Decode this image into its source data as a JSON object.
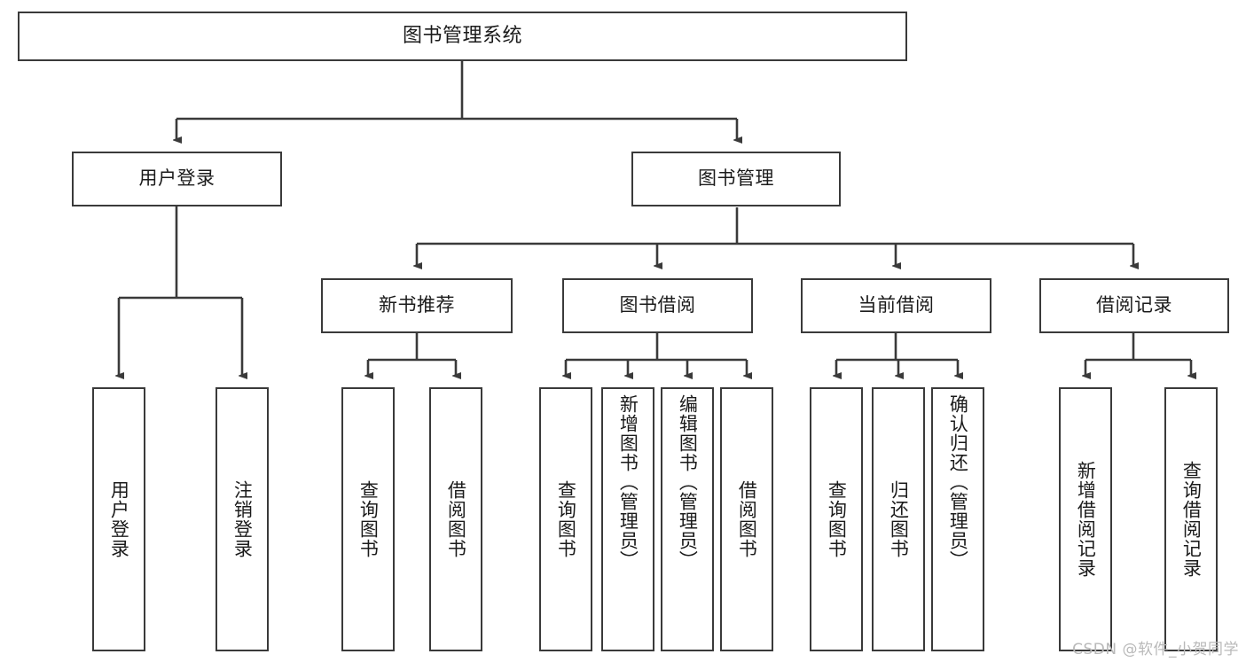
{
  "diagram": {
    "title": "图书管理系统",
    "watermark": "CSDN @软件_小贺同学",
    "stroke_color": "#3a3a3a",
    "text_color": "#1b1b1b",
    "background": "#ffffff"
  },
  "nodes": {
    "root": {
      "label": "图书管理系统"
    },
    "level1": [
      {
        "id": "user-login",
        "label": "用户登录"
      },
      {
        "id": "book-management",
        "label": "图书管理"
      }
    ],
    "level2": [
      {
        "id": "new-book-recommend",
        "label": "新书推荐"
      },
      {
        "id": "book-borrow",
        "label": "图书借阅"
      },
      {
        "id": "current-borrow",
        "label": "当前借阅"
      },
      {
        "id": "borrow-record",
        "label": "借阅记录"
      }
    ],
    "leaves": {
      "user_login": [
        {
          "id": "leaf-user-login",
          "label": "用户登录"
        },
        {
          "id": "leaf-logout",
          "label": "注销登录"
        }
      ],
      "new_book_recommend": [
        {
          "id": "leaf-query-book-1",
          "label": "查询图书"
        },
        {
          "id": "leaf-borrow-book-1",
          "label": "借阅图书"
        }
      ],
      "book_borrow": [
        {
          "id": "leaf-query-book-2",
          "label": "查询图书"
        },
        {
          "id": "leaf-add-book",
          "label": "新增图书（管理员）"
        },
        {
          "id": "leaf-edit-book",
          "label": "编辑图书（管理员）"
        },
        {
          "id": "leaf-borrow-book-2",
          "label": "借阅图书"
        }
      ],
      "current_borrow": [
        {
          "id": "leaf-query-book-3",
          "label": "查询图书"
        },
        {
          "id": "leaf-return-book",
          "label": "归还图书"
        },
        {
          "id": "leaf-confirm-return",
          "label": "确认归还（管理员）"
        }
      ],
      "borrow_record": [
        {
          "id": "leaf-add-record",
          "label": "新增借阅记录"
        },
        {
          "id": "leaf-query-record",
          "label": "查询借阅记录"
        }
      ]
    }
  }
}
